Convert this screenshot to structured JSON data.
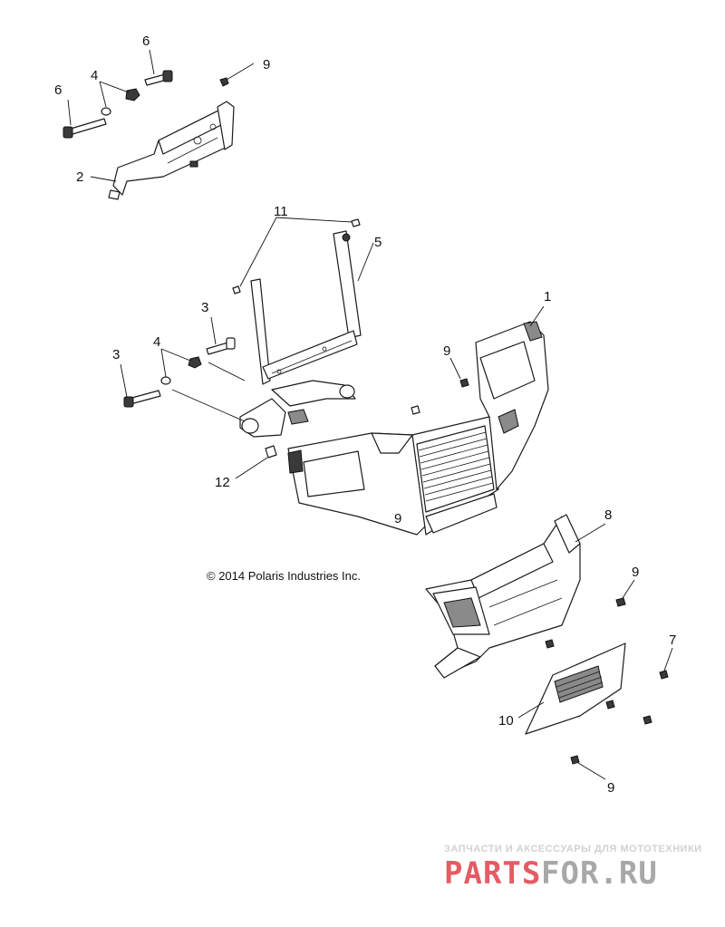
{
  "copyright": "© 2014 Polaris Industries Inc.",
  "callouts": {
    "c1": "1",
    "c2": "2",
    "c3a": "3",
    "c3b": "3",
    "c4a": "4",
    "c4b": "4",
    "c5": "5",
    "c6a": "6",
    "c6b": "6",
    "c7": "7",
    "c8": "8",
    "c9a": "9",
    "c9b": "9",
    "c9c": "9",
    "c9d": "9",
    "c9e": "9",
    "c10": "10",
    "c11": "11",
    "c12": "12"
  },
  "watermark": {
    "tagline": "ЗАПЧАСТИ И АКСЕССУАРЫ ДЛЯ МОТОТЕХНИКИ",
    "brand_left": "PARTS",
    "brand_right": "FOR.RU",
    "color_red": "#e0404a",
    "color_grey": "#9a9a9a"
  }
}
